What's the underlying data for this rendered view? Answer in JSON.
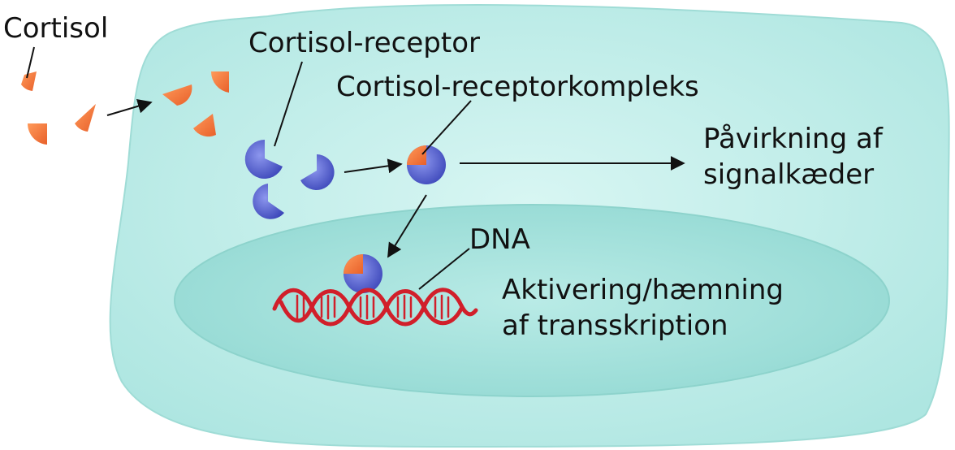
{
  "labels": {
    "cortisol": "Cortisol",
    "receptor": "Cortisol-receptor",
    "complex": "Cortisol-receptorkompleks",
    "effect_line1": "Påvirkning af",
    "effect_line2": "signalkæder",
    "dna": "DNA",
    "transcription_line1": "Aktivering/hæmning",
    "transcription_line2": "af transskription"
  },
  "colors": {
    "cell_fill": "#c8f0ec",
    "nucleus_fill": "#a6e2dd",
    "cortisol": "#f27a3c",
    "receptor": "#5561cf",
    "dna": "#d11f2a"
  }
}
